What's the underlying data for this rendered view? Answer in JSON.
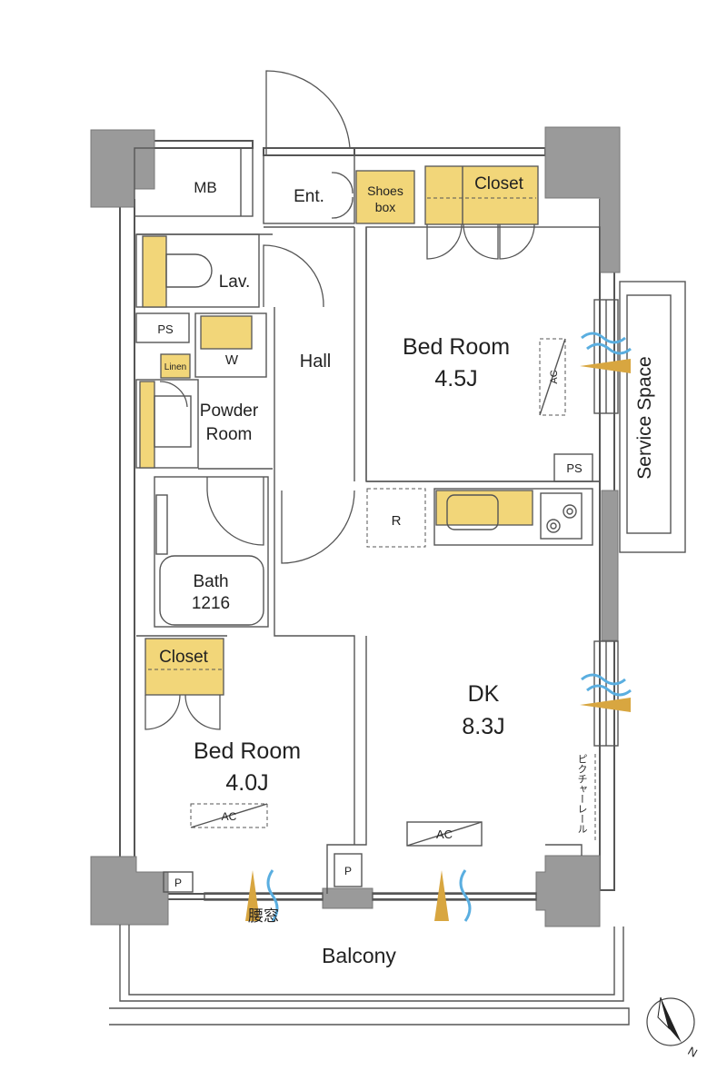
{
  "rooms": {
    "mb": "MB",
    "ent": "Ent.",
    "shoes_box_line1": "Shoes",
    "shoes_box_line2": "box",
    "closet_top": "Closet",
    "lav": "Lav.",
    "ps_left": "PS",
    "w": "W",
    "linen": "Linen",
    "hall": "Hall",
    "powder_line1": "Powder",
    "powder_line2": "Room",
    "bed1_name": "Bed Room",
    "bed1_size": "4.5J",
    "ac_bed1": "AC",
    "ps_right": "PS",
    "service_space": "Service Space",
    "r": "R",
    "bath_line1": "Bath",
    "bath_line2": "1216",
    "closet_left": "Closet",
    "dk_name": "DK",
    "dk_size": "8.3J",
    "picture_rail": "ピクチャーレール",
    "bed2_name": "Bed Room",
    "bed2_size": "4.0J",
    "ac_bed2": "AC",
    "ac_dk": "AC",
    "p_left": "P",
    "p_mid": "P",
    "koshimado": "腰窓",
    "balcony": "Balcony",
    "compass_n": "N"
  },
  "colors": {
    "storage": "#f2d679",
    "pillar": "#9a9a9a",
    "wall_line": "#555555",
    "wind_blue": "#5aaee0",
    "light_gold": "#d8a640"
  }
}
